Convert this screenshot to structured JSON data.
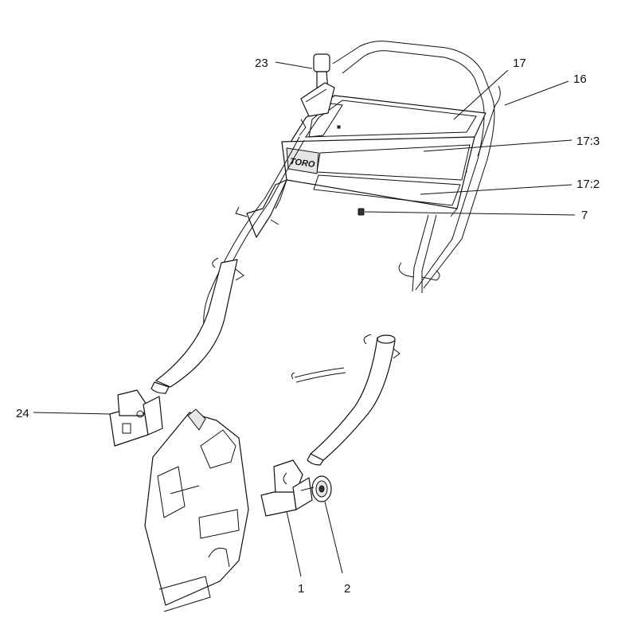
{
  "diagram": {
    "brand_text": "TORO",
    "callouts": [
      {
        "id": "23",
        "text": "23"
      },
      {
        "id": "17",
        "text": "17"
      },
      {
        "id": "16",
        "text": "16"
      },
      {
        "id": "17-3",
        "text": "17:3"
      },
      {
        "id": "17-2",
        "text": "17:2"
      },
      {
        "id": "7",
        "text": "7"
      },
      {
        "id": "24",
        "text": "24"
      },
      {
        "id": "1",
        "text": "1"
      },
      {
        "id": "2",
        "text": "2"
      }
    ]
  }
}
